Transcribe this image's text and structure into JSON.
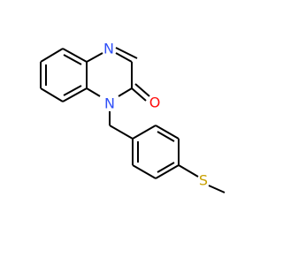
{
  "molecule": {
    "atoms": {
      "n4": {
        "symbol": "N",
        "color": "#3050F8"
      },
      "n1": {
        "symbol": "N",
        "color": "#3050F8"
      },
      "o": {
        "symbol": "O",
        "color": "#FF0D0D"
      },
      "s": {
        "symbol": "S",
        "color": "#C8A000"
      }
    },
    "bond_color": "#000000",
    "background": "#FFFFFF"
  }
}
